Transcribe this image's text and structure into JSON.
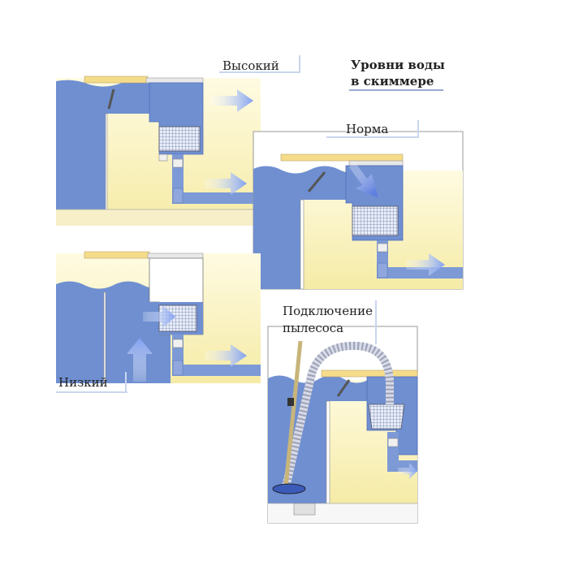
{
  "title": {
    "line1": "Уровни воды",
    "line2": "в скиммере"
  },
  "panels": {
    "high": {
      "label": "Высокий"
    },
    "normal": {
      "label": "Норма"
    },
    "low": {
      "label": "Низкий"
    },
    "vacuum": {
      "label_line1": "Подключение",
      "label_line2": "пылесоса"
    }
  },
  "colors": {
    "water": "#6f8fd1",
    "water_dark": "#4f6fb8",
    "wall_bg": "#fbf6c8",
    "deck": "#f4dc8a",
    "arrow": "#8eaaf0",
    "pipe": "#7d9ad6"
  }
}
